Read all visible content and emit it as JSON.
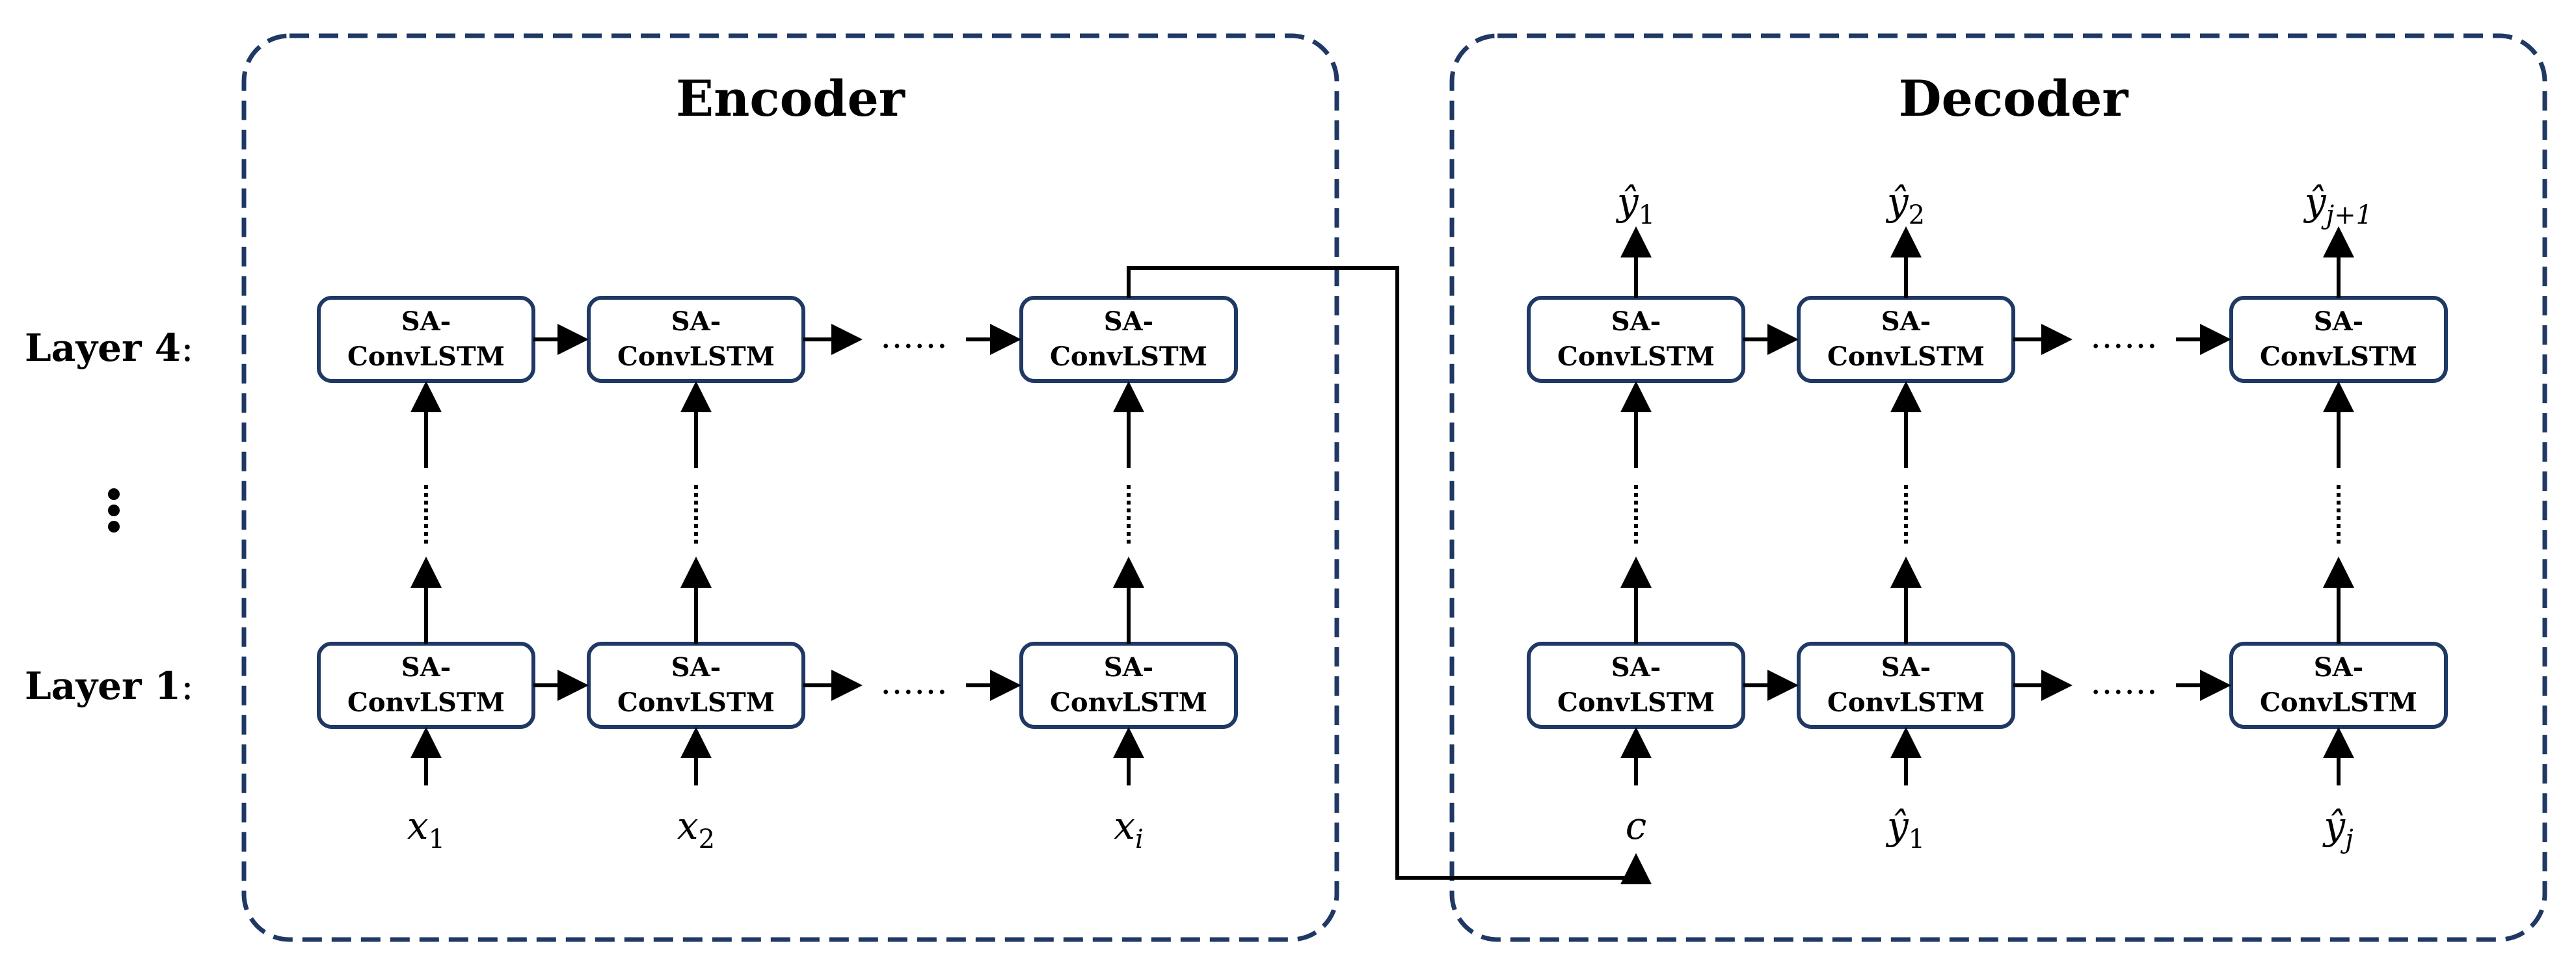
{
  "encoder": {
    "title": "Encoder"
  },
  "decoder": {
    "title": "Decoder"
  },
  "layers": {
    "top_label": "Layer 4",
    "bottom_label": "Layer 1",
    "colon": ":"
  },
  "cell": {
    "line1": "SA-",
    "line2": "ConvLSTM"
  },
  "ellipsis": "……",
  "encoder_inputs": [
    {
      "base": "x",
      "sub": "1"
    },
    {
      "base": "x",
      "sub": "2"
    },
    {
      "base": "x",
      "sub": "i"
    }
  ],
  "decoder_inputs": [
    {
      "base": "c",
      "sub": ""
    },
    {
      "base": "ŷ",
      "sub": "1"
    },
    {
      "base": "ŷ",
      "sub": "j"
    }
  ],
  "decoder_outputs": [
    {
      "base": "ŷ",
      "sub": "1"
    },
    {
      "base": "ŷ",
      "sub": "2"
    },
    {
      "base": "ŷ",
      "sub": "j+1"
    }
  ],
  "colors": {
    "border": "#1f3864",
    "arrow": "#000000"
  }
}
